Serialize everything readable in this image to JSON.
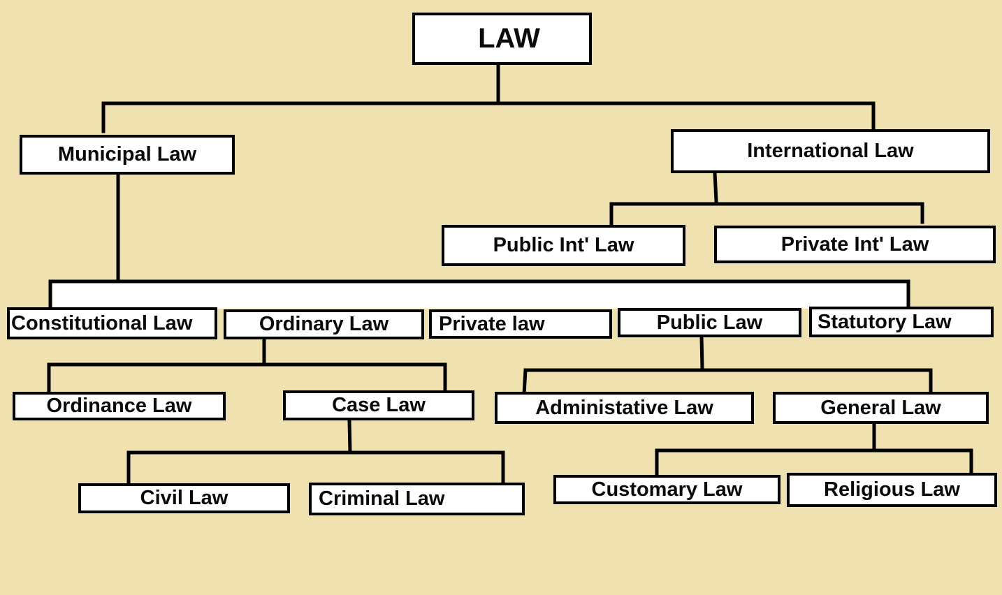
{
  "diagram": {
    "root": "LAW",
    "level1": {
      "municipal": "Municipal Law",
      "international": "International Law"
    },
    "international_children": {
      "public_int": "Public Int' Law",
      "private_int": "Private Int' Law"
    },
    "municipal_children": {
      "constitutional": "Constitutional Law",
      "ordinary": "Ordinary Law",
      "private": "Private law",
      "public": "Public Law",
      "statutory": "Statutory Law"
    },
    "ordinary_children": {
      "ordinance": "Ordinance Law",
      "case": "Case Law"
    },
    "case_children": {
      "civil": "Civil Law",
      "criminal": "Criminal Law"
    },
    "public_children": {
      "administrative": "Administative Law",
      "general": "General Law"
    },
    "general_children": {
      "customary": "Customary Law",
      "religious": "Religious Law"
    }
  },
  "colors": {
    "background": "#efe1b0",
    "box": "#ffffff",
    "line": "#000000"
  }
}
